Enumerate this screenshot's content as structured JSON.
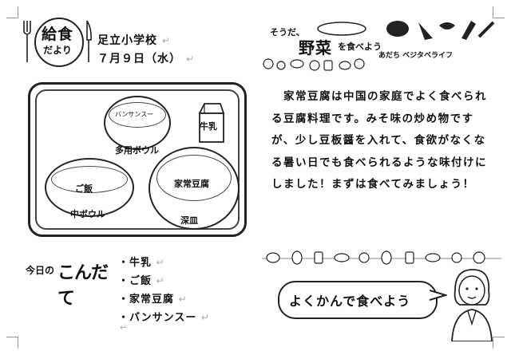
{
  "header": {
    "logo_line1": "給食",
    "logo_line2": "だより",
    "school_name": "足立小学校",
    "date": "７月９日（水）"
  },
  "tray": {
    "small_bowl": {
      "food": "バンサンスー",
      "vessel": "多用ボウル"
    },
    "rice_bowl": {
      "food": "ご飯",
      "vessel": "中ボウル"
    },
    "deep_plate": {
      "food": "家常豆腐",
      "vessel": "深皿"
    },
    "milk_label": "牛乳"
  },
  "veg_banner": {
    "prefix": "そうだ、",
    "title": "野菜",
    "suffix": "を食べよう",
    "sub": "あだち ベジタベライフ"
  },
  "article": {
    "text": "　家常豆腐は中国の家庭でよく食べられる豆腐料理です。みそ味の炒め物ですが、少し豆板醤を入れて、食欲がなくなる暑い日でも食べられるような味付けにしました！まずは食べてみましょう！"
  },
  "today": {
    "label_small": "今日の",
    "label_big": "こんだて"
  },
  "menu": {
    "items": [
      "・牛乳",
      "・ご飯",
      "・家常豆腐",
      "・バンサンスー"
    ]
  },
  "slogan": {
    "text": "よくかんで食べよう"
  },
  "colors": {
    "ink": "#111111",
    "paper": "#ffffff"
  }
}
